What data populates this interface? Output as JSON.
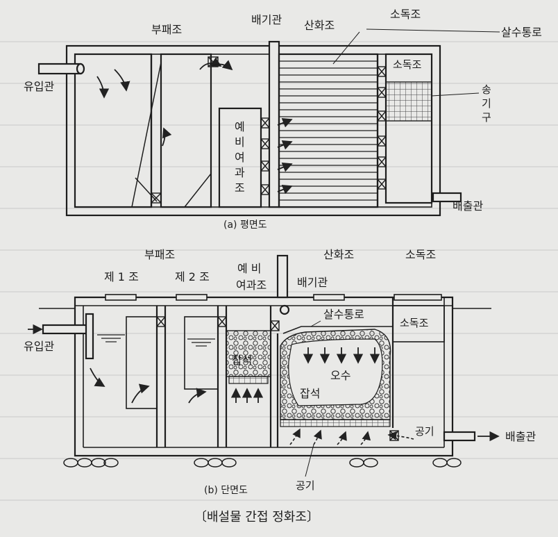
{
  "plan": {
    "caption": "(a)  평면도",
    "labels": {
      "septic": "부패조",
      "vent_pipe": "배기관",
      "oxidation": "산화조",
      "disinfection_top": "소독조",
      "sprinkler": "살수통로",
      "inlet": "유입관",
      "disinfection_inner": "소독조",
      "blower_1": "송",
      "blower_2": "기",
      "blower_3": "구",
      "prefilter_1": "예",
      "prefilter_2": "비",
      "prefilter_3": "여",
      "prefilter_4": "과",
      "prefilter_5": "조",
      "outlet": "배출관"
    }
  },
  "section": {
    "caption": "(b)  단면도",
    "labels": {
      "septic": "부패조",
      "chamber1": "제 1 조",
      "chamber2": "제 2 조",
      "prefilter_a": "예   비",
      "prefilter_b": "여과조",
      "vent_pipe": "배기관",
      "oxidation": "산화조",
      "disinfection": "소독조",
      "sprinkler": "살수통로",
      "disinfection_inner": "소독조",
      "inlet": "유입관",
      "gravel_1": "잡석",
      "sewage": "오수",
      "gravel_2": "잡석",
      "air_1": "공기",
      "outlet": "배출관",
      "air_2": "공기"
    }
  },
  "title": "〔배설물 간접 정화조〕"
}
